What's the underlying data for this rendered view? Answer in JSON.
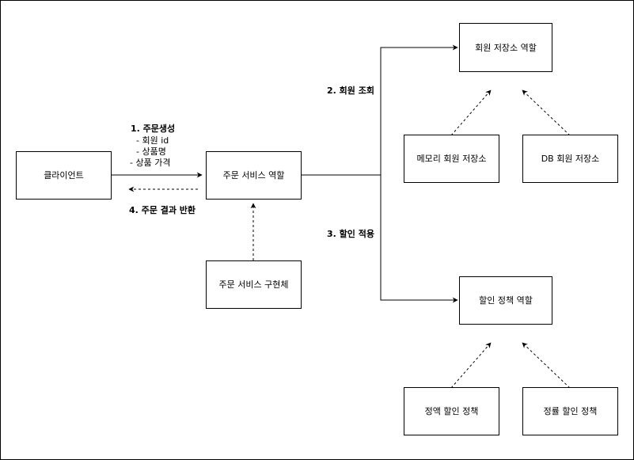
{
  "nodes": {
    "client": "클라이언트",
    "order_service": "주문 서비스 역할",
    "order_service_impl": "주문 서비스 구현체",
    "member_repo": "회원 저장소 역할",
    "memory_member_repo": "메모리 회원 저장소",
    "db_member_repo": "DB 회원 저장소",
    "discount_policy": "할인 정책 역할",
    "fixed_discount": "정액 할인 정책",
    "rate_discount": "정률 할인 정책"
  },
  "edges": {
    "create_order": "1. 주문생성",
    "create_order_param_1": "- 회원 id",
    "create_order_param_2": "- 상품명",
    "create_order_param_3": "- 상품 가격",
    "lookup_member": "2. 회원 조회",
    "apply_discount": "3. 할인 적용",
    "return_result": "4. 주문 결과 반환"
  },
  "colors": {
    "line": "#000000",
    "background": "#ffffff"
  }
}
